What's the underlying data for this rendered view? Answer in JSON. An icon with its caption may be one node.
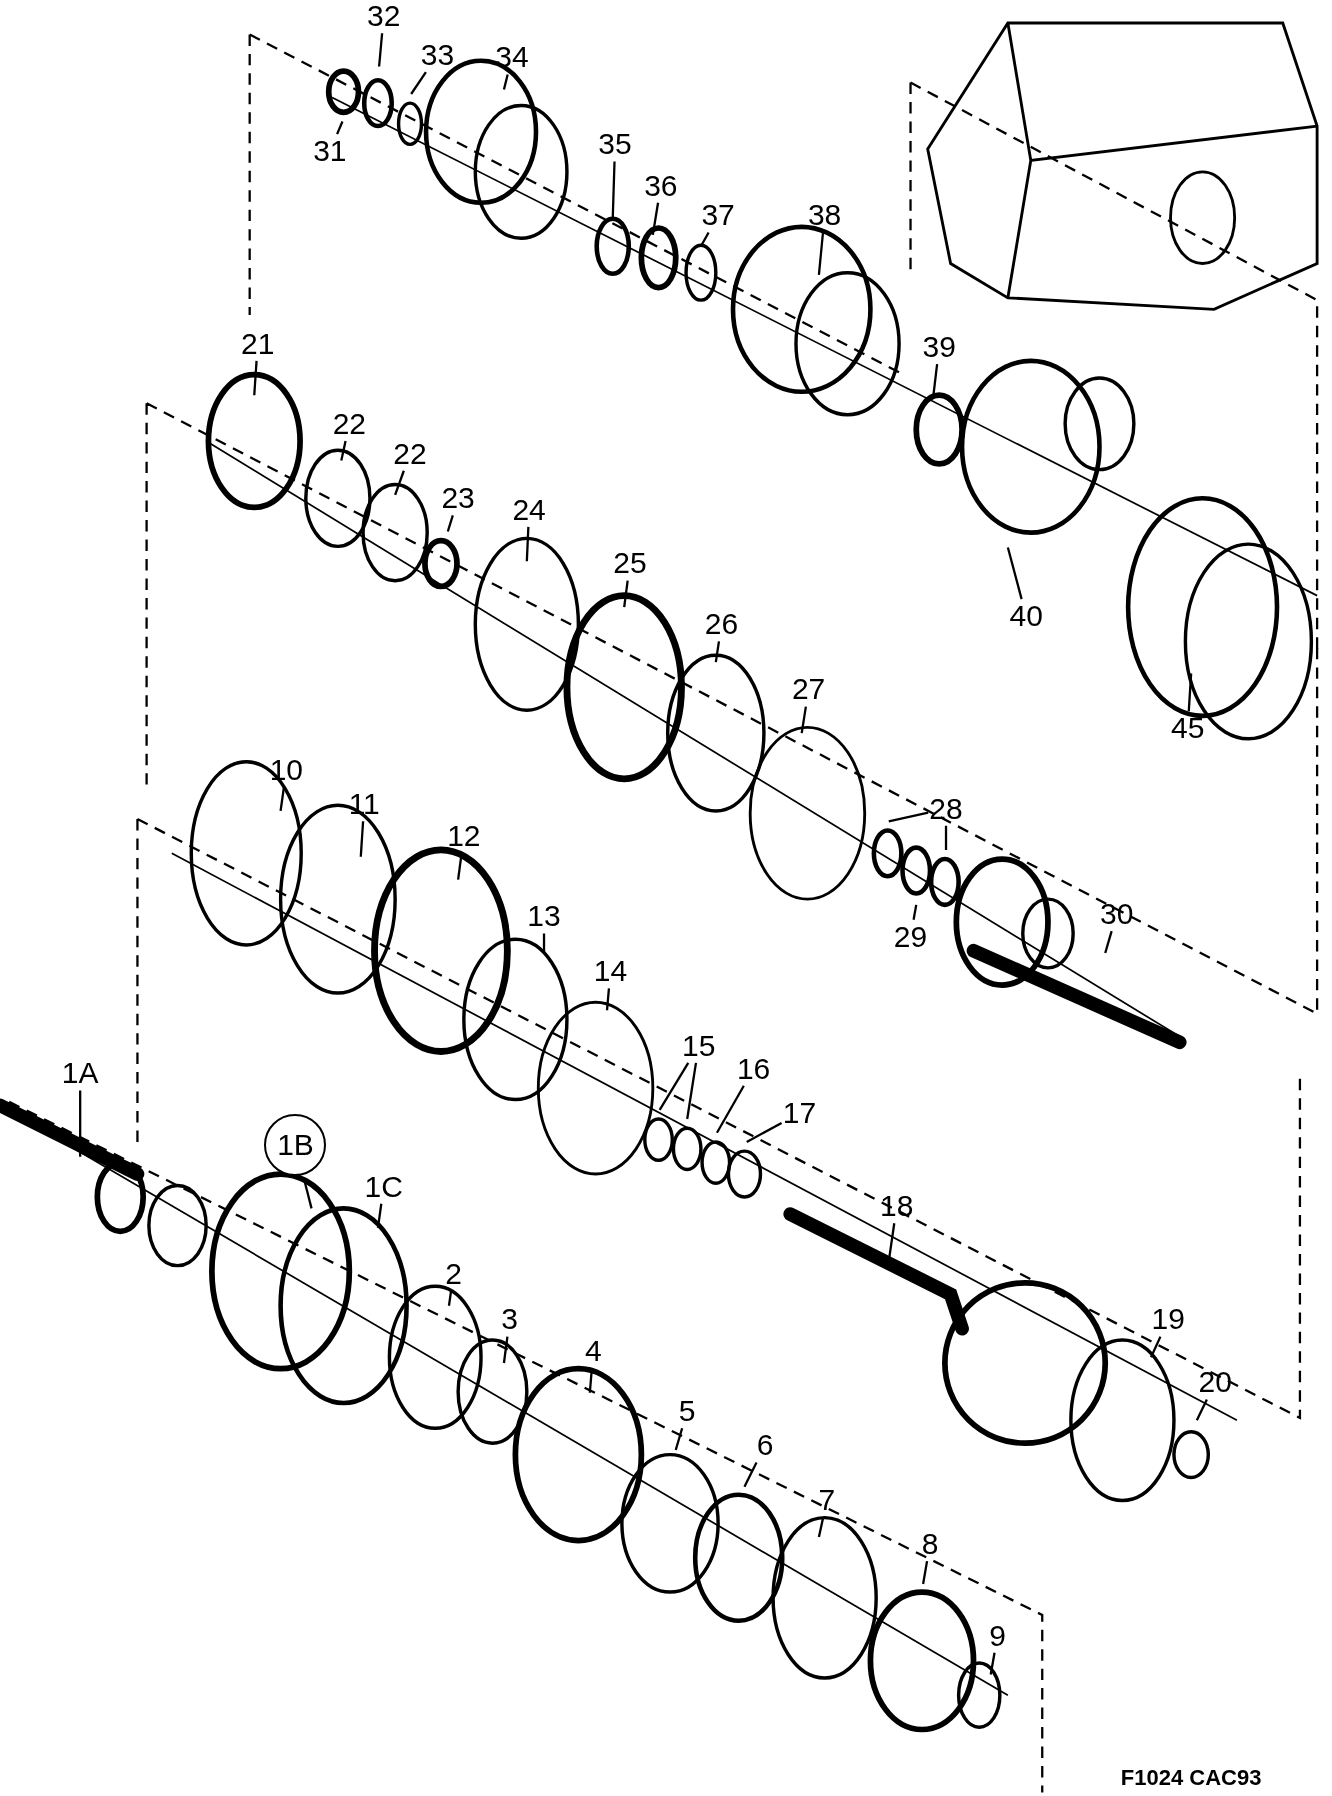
{
  "diagram": {
    "nodes": [
      {
        "text": [
          "32"
        ]
      },
      {
        "text": [
          "33"
        ]
      },
      {
        "text": [
          "34"
        ]
      },
      {
        "text": [
          "31"
        ]
      },
      {
        "text": [
          "35"
        ]
      },
      {
        "text": [
          "36"
        ]
      },
      {
        "text": [
          "37"
        ]
      },
      {
        "text": [
          "38"
        ]
      },
      {
        "text": [
          "21"
        ]
      },
      {
        "text": [
          "22"
        ]
      },
      {
        "text": [
          "22"
        ]
      },
      {
        "text": [
          "23"
        ]
      },
      {
        "text": [
          "24"
        ]
      },
      {
        "text": [
          "39"
        ]
      },
      {
        "text": [
          "25"
        ]
      },
      {
        "text": [
          "26"
        ]
      },
      {
        "text": [
          "40"
        ]
      },
      {
        "text": [
          "27"
        ]
      },
      {
        "text": [
          "45"
        ]
      },
      {
        "text": [
          "10"
        ]
      },
      {
        "text": [
          "11"
        ]
      },
      {
        "text": [
          "12"
        ]
      },
      {
        "text": [
          "28"
        ]
      },
      {
        "text": [
          "13"
        ]
      },
      {
        "text": [
          "29"
        ]
      },
      {
        "text": [
          "30"
        ]
      },
      {
        "text": [
          "14"
        ]
      },
      {
        "text": [
          "15"
        ]
      },
      {
        "text": [
          "16"
        ]
      },
      {
        "text": [
          "17"
        ]
      },
      {
        "text": [
          "1A"
        ]
      },
      {
        "text": [
          "1B"
        ]
      },
      {
        "text": [
          "18"
        ]
      },
      {
        "text": [
          "1C"
        ]
      },
      {
        "text": [
          "2"
        ]
      },
      {
        "text": [
          "3"
        ]
      },
      {
        "text": [
          "4"
        ]
      },
      {
        "text": [
          "19"
        ]
      },
      {
        "text": [
          "20"
        ]
      },
      {
        "text": [
          "5"
        ]
      },
      {
        "text": [
          "6"
        ]
      },
      {
        "text": [
          "7"
        ]
      },
      {
        "text": [
          "8"
        ]
      },
      {
        "text": [
          "9"
        ]
      }
    ],
    "edges": [
      {
        "from": 0,
        "to": null,
        "arrow": "none"
      },
      {
        "from": 1,
        "to": null,
        "arrow": "none"
      },
      {
        "from": 2,
        "to": null,
        "arrow": "none"
      },
      {
        "from": 3,
        "to": null,
        "arrow": "none"
      },
      {
        "from": 4,
        "to": null,
        "arrow": "none"
      },
      {
        "from": 5,
        "to": null,
        "arrow": "none"
      },
      {
        "from": 6,
        "to": null,
        "arrow": "none"
      },
      {
        "from": 7,
        "to": null,
        "arrow": "none"
      },
      {
        "from": 8,
        "to": null,
        "arrow": "none"
      },
      {
        "from": 9,
        "to": null,
        "arrow": "none"
      },
      {
        "from": 10,
        "to": null,
        "arrow": "none"
      },
      {
        "from": 11,
        "to": null,
        "arrow": "none"
      },
      {
        "from": 12,
        "to": null,
        "arrow": "none"
      },
      {
        "from": 13,
        "to": null,
        "arrow": "none"
      },
      {
        "from": 14,
        "to": null,
        "arrow": "none"
      },
      {
        "from": 15,
        "to": null,
        "arrow": "none"
      },
      {
        "from": 16,
        "to": null,
        "arrow": "none"
      },
      {
        "from": 17,
        "to": null,
        "arrow": "none"
      },
      {
        "from": 18,
        "to": null,
        "arrow": "none"
      },
      {
        "from": 19,
        "to": null,
        "arrow": "none"
      },
      {
        "from": 20,
        "to": null,
        "arrow": "none"
      },
      {
        "from": 21,
        "to": null,
        "arrow": "none"
      },
      {
        "from": 22,
        "to": null,
        "arrow": "none"
      },
      {
        "from": 22,
        "to": null,
        "arrow": "none"
      },
      {
        "from": 23,
        "to": null,
        "arrow": "none"
      },
      {
        "from": 24,
        "to": null,
        "arrow": "none"
      },
      {
        "from": 25,
        "to": null,
        "arrow": "none"
      },
      {
        "from": 26,
        "to": null,
        "arrow": "none"
      },
      {
        "from": 27,
        "to": null,
        "arrow": "none"
      },
      {
        "from": 27,
        "to": null,
        "arrow": "none"
      },
      {
        "from": 28,
        "to": null,
        "arrow": "none"
      },
      {
        "from": 29,
        "to": null,
        "arrow": "none"
      },
      {
        "from": 30,
        "to": null,
        "arrow": "none"
      },
      {
        "from": 31,
        "to": null,
        "arrow": "none"
      },
      {
        "from": 32,
        "to": null,
        "arrow": "none"
      },
      {
        "from": 33,
        "to": null,
        "arrow": "none"
      },
      {
        "from": 34,
        "to": null,
        "arrow": "none"
      },
      {
        "from": 35,
        "to": null,
        "arrow": "none"
      },
      {
        "from": 36,
        "to": null,
        "arrow": "none"
      },
      {
        "from": 37,
        "to": null,
        "arrow": "none"
      },
      {
        "from": 38,
        "to": null,
        "arrow": "none"
      },
      {
        "from": 39,
        "to": null,
        "arrow": "none"
      },
      {
        "from": 40,
        "to": null,
        "arrow": "none"
      },
      {
        "from": 41,
        "to": null,
        "arrow": "none"
      },
      {
        "from": 42,
        "to": null,
        "arrow": "none"
      },
      {
        "from": 43,
        "to": null,
        "arrow": "none"
      }
    ],
    "labels": [
      "F1024 CAC93"
    ]
  }
}
